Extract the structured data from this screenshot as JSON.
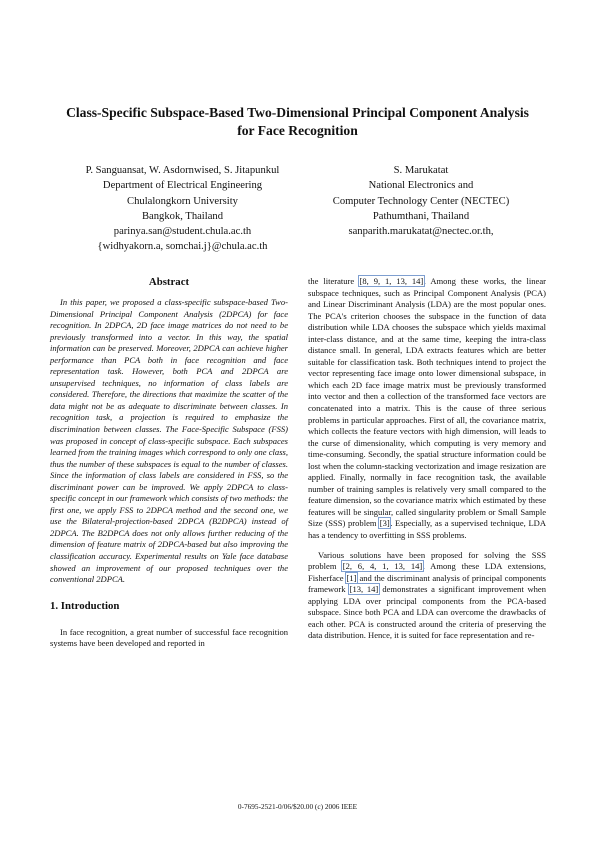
{
  "paper": {
    "title_line1": "Class-Specific Subspace-Based Two-Dimensional Principal Component Analysis",
    "title_line2": "for Face Recognition"
  },
  "authors": {
    "left": [
      "P. Sanguansat, W. Asdornwised, S. Jitapunkul",
      "Department of Electrical Engineering",
      "Chulalongkorn University",
      "Bangkok, Thailand",
      "parinya.san@student.chula.ac.th",
      "{widhyakorn.a, somchai.j}@chula.ac.th"
    ],
    "right": [
      "S. Marukatat",
      "National Electronics and",
      "Computer Technology Center (NECTEC)",
      "Pathumthani, Thailand",
      "sanparith.marukatat@nectec.or.th,"
    ]
  },
  "abstract": {
    "heading": "Abstract",
    "text": "In this paper, we proposed a class-specific subspace-based Two-Dimensional Principal Component Analysis (2DPCA) for face recognition. In 2DPCA, 2D face image matrices do not need to be previously transformed into a vector. In this way, the spatial information can be preserved. Moreover, 2DPCA can achieve higher performance than PCA both in face recognition and face representation task. However, both PCA and 2DPCA are unsupervised techniques, no information of class labels are considered. Therefore, the directions that maximize the scatter of the data might not be as adequate to discriminate between classes. In recognition task, a projection is required to emphasize the discrimination between classes. The Face-Specific Subspace (FSS) was proposed in concept of class-specific subspace. Each subspaces learned from the training images which correspond to only one class, thus the number of these subspaces is equal to the number of classes. Since the information of class labels are considered in FSS, so the discriminant power can be improved. We apply 2DPCA to class-specific concept in our framework which consists of two methods: the first one, we apply FSS to 2DPCA method and the second one, we use the Bilateral-projection-based 2DPCA (B2DPCA) instead of 2DPCA. The B2DPCA does not only allows further reducing of the dimension of feature matrix of 2DPCA-based but also improving the classification accuracy. Experimental results on Yale face database showed an improvement of our proposed techniques over the conventional 2DPCA."
  },
  "introduction": {
    "heading": "1. Introduction",
    "p1": "In face recognition, a great number of successful face recognition systems have been developed and reported in"
  },
  "right_column": {
    "p1_prefix": "the literature ",
    "cite_a": "[8, 9, 1, 13, 14]",
    "p1_rest": ". Among these works, the linear subspace techniques, such as Principal Component Analysis (PCA) and Linear Discriminant Analysis (LDA) are the most popular ones. The PCA's criterion chooses the subspace in the function of data distribution while LDA chooses the subspace which yields maximal inter-class distance, and at the same time, keeping the intra-class distance small. In general, LDA extracts features which are better suitable for classification task. Both techniques intend to project the vector representing face image onto lower dimensional subspace, in which each 2D face image matrix must be previously transformed into vector and then a collection of the transformed face vectors are concatenated into a matrix. This is the cause of three serious problems in particular approaches. First of all, the covariance matrix, which collects the feature vectors with high dimension, will leads to the curse of dimensionality, which computing is very memory and time-consuming. Secondly, the spatial structure information could be lost when the column-stacking vectorization and image resization are applied. Finally, normally in face recognition task, the available number of training samples is relatively very small compared to the feature dimension, so the covariance matrix which estimated by these features will be singular, called singularity problem or Small Sample Size (SSS) problem ",
    "cite_b": "[3]",
    "p1_end": ". Especially, as a supervised technique, LDA has a tendency to overfitting in SSS problems.",
    "p2_prefix": "Various solutions have been proposed for solving the SSS problem ",
    "cite_c": "[2, 6, 4, 1, 13, 14]",
    "p2_mid1": ". Among these LDA extensions, Fisherface ",
    "cite_d": "[1]",
    "p2_mid2": " and the discriminant analysis of principal components framework ",
    "cite_e": "[13, 14]",
    "p2_rest": " demonstrates a significant improvement when applying LDA over principal components from the PCA-based subspace. Since both PCA and LDA can overcome the drawbacks of each other. PCA is constructed around the criteria of preserving the data distribution. Hence, it is suited for face representation and re-"
  },
  "footer": {
    "text": "0-7695-2521-0/06/$20.00 (c) 2006 IEEE"
  }
}
